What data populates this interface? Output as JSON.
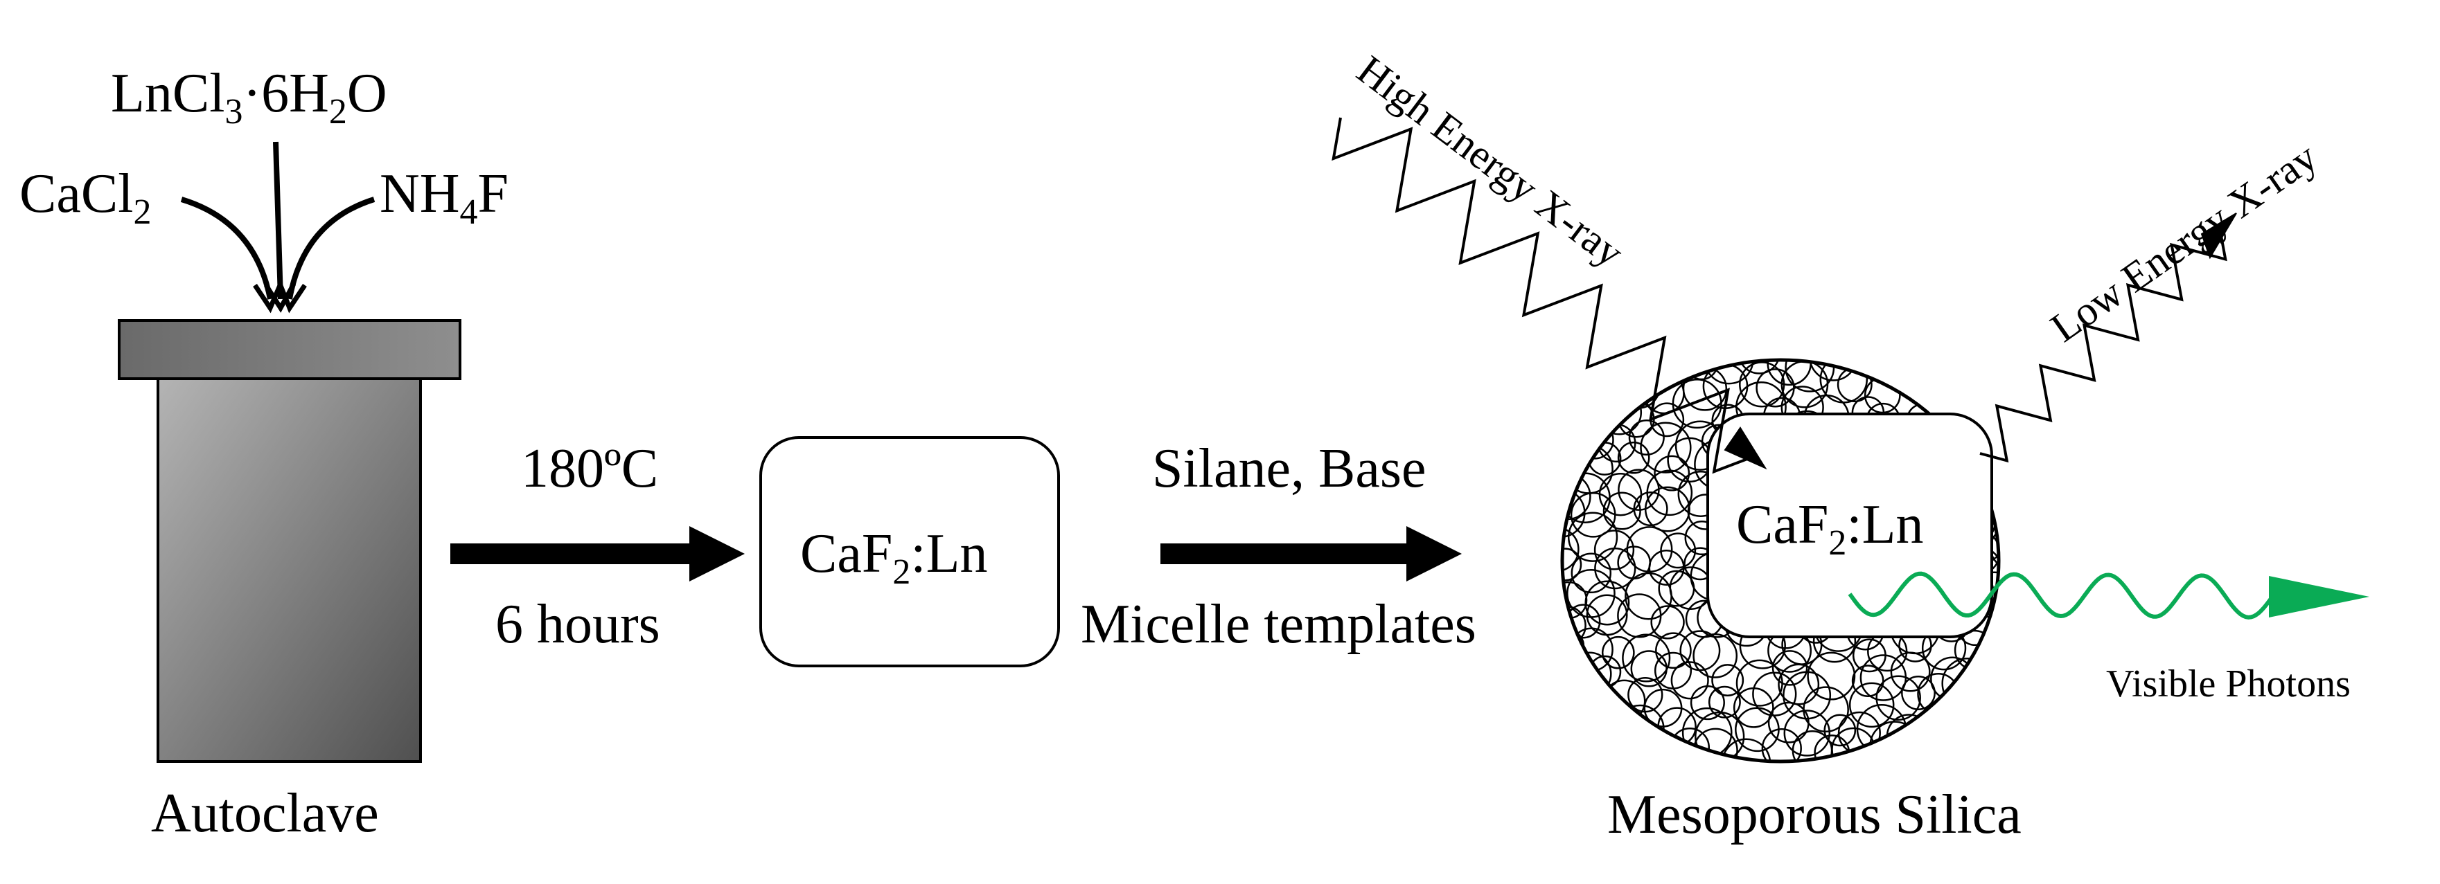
{
  "colors": {
    "ink": "#000000",
    "photon_green": "#0aab55",
    "autoclave_dark": "#505050",
    "autoclave_light": "#b4b4b4"
  },
  "reagents": {
    "lncl3": {
      "a": "LnCl",
      "b": "3",
      "c": "·6H",
      "d": "2",
      "e": "O"
    },
    "cacl2": {
      "a": "CaCl",
      "b": "2"
    },
    "nh4f": {
      "a": "NH",
      "b": "4",
      "c": "F"
    }
  },
  "autoclave": {
    "label": "Autoclave"
  },
  "step1": {
    "top": "180ºC",
    "bottom": "6 hours"
  },
  "intermediate": {
    "a": "CaF",
    "b": "2",
    "c": ":Ln"
  },
  "step2": {
    "top": "Silane, Base",
    "bottom": "Micelle templates"
  },
  "product": {
    "core": {
      "a": "CaF",
      "b": "2",
      "c": ":Ln"
    },
    "label": "Mesoporous Silica"
  },
  "rays": {
    "high": "High Energy X-ray",
    "low": "Low Energy X-ray",
    "visible": "Visible Photons"
  },
  "icons": [
    "flask-autoclave",
    "arrow-right",
    "wave-arrow"
  ]
}
